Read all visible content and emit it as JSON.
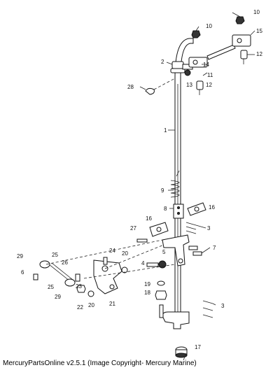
{
  "footer": "MercuryPartsOnline v2.5.1 (Image Copyright- Mercury Marine)",
  "callouts": [
    "1",
    "2",
    "3",
    "3",
    "4",
    "5",
    "6",
    "7",
    "8",
    "9",
    "10",
    "10",
    "11",
    "12",
    "12",
    "13",
    "14",
    "15",
    "16",
    "16",
    "17",
    "18",
    "19",
    "20",
    "20",
    "21",
    "22",
    "23",
    "24",
    "25",
    "25",
    "26",
    "27",
    "28",
    "29",
    "29"
  ]
}
